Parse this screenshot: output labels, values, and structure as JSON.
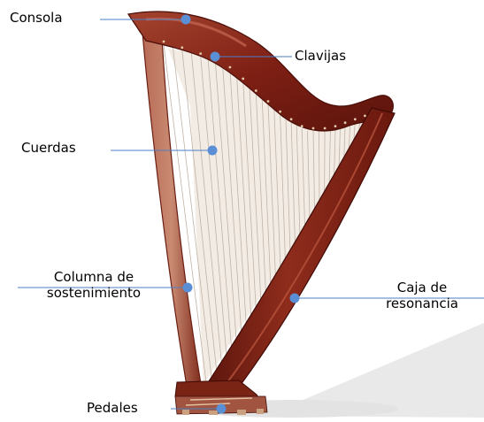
{
  "labels": {
    "consola": "Consola",
    "clavijas": "Clavijas",
    "cuerdas": "Cuerdas",
    "columna_line1": "Columna de",
    "columna_line2": "sostenimiento",
    "caja_line1": "Caja de",
    "caja_line2": "resonancia",
    "pedales": "Pedales"
  },
  "colors": {
    "wood": "#7e1f14",
    "wood_light": "#a94a37",
    "wood_dark": "#4a0e08",
    "strings": "#c9c0b8",
    "soundboard": "#efe6dc",
    "marker": "#5a8fd6",
    "leader": "#4a7fc6",
    "shadow": "#e6e6e6"
  }
}
